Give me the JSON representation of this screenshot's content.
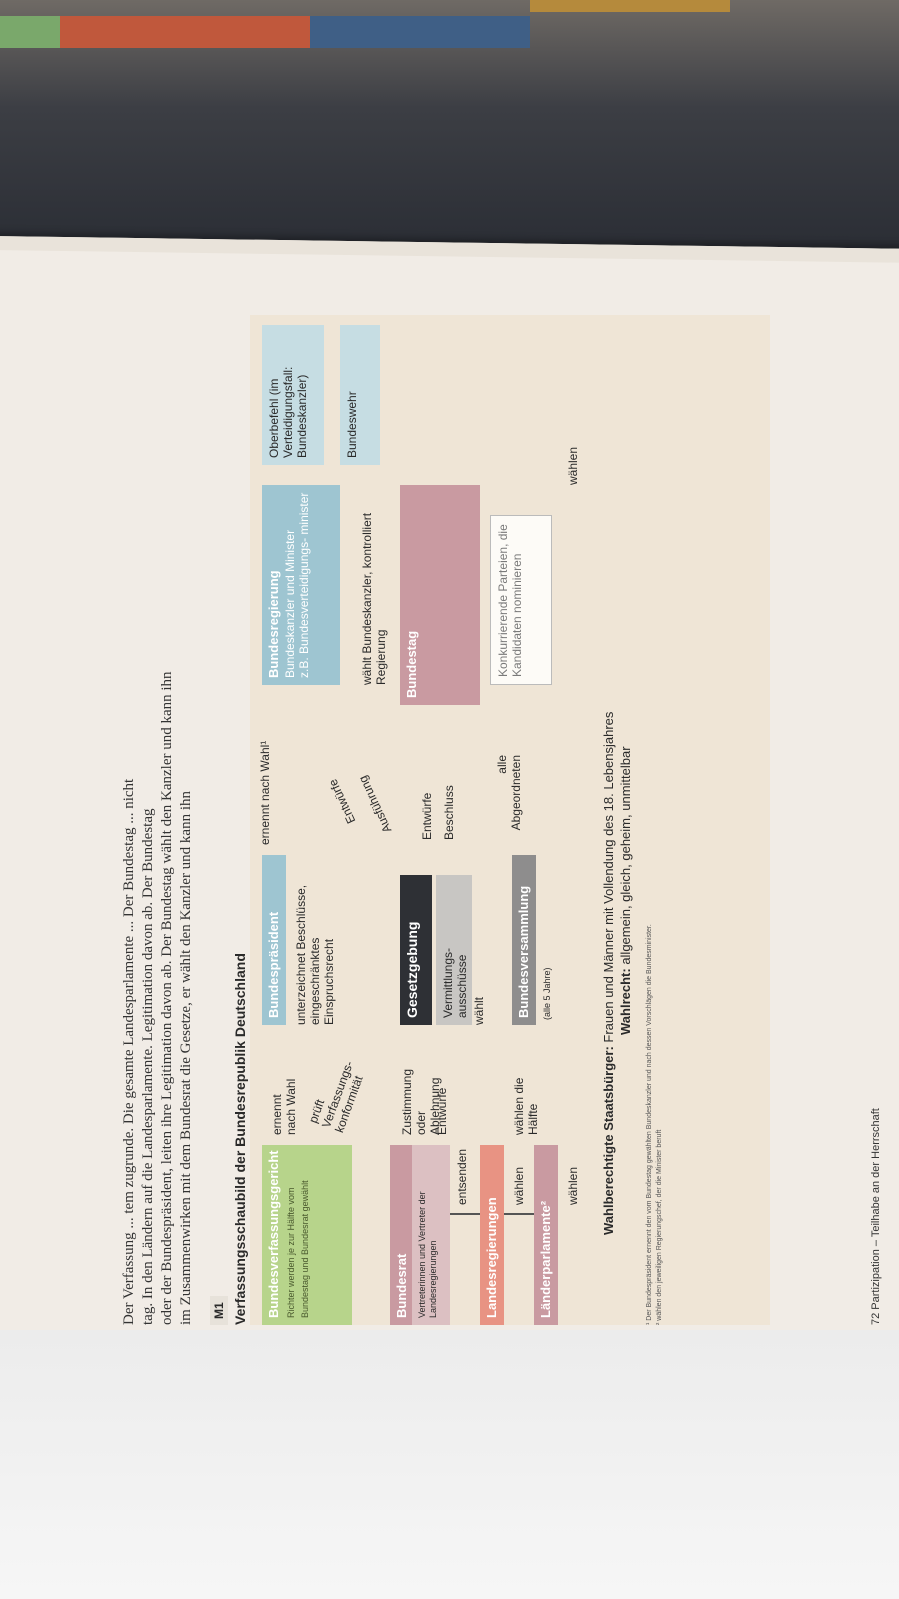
{
  "intro": {
    "l1": "Der Verfassung ... tem zugrunde. Die gesamte Landesparlamente ... Der Bundestag ... nicht",
    "l2": "tag. In den Ländern auf die Landesparlamente. Legitimation davon ab. Der Bundestag",
    "l3": "oder der Bundespräsident, leiten ihre Legitimation davon ab. Der Bundestag wählt den Kanzler und kann ihn",
    "l4": "im Zusammenwirken mit dem Bundesrat die Gesetze, er wählt den Kanzler und kann ihn"
  },
  "tag": "M1",
  "title": "Verfassungsschaubild der Bundesrepublik Deutschland",
  "boxes": {
    "bverfg": {
      "title": "Bundesverfassungsgericht",
      "sub": "Richter werden je zur Hälfte vom Bundestag und Bundesrat gewählt"
    },
    "bundesrat": {
      "title": "Bundesrat",
      "sub": "Vertreterinnen und Vertreter der Landesregierungen"
    },
    "landesreg": {
      "title": "Landesregierungen"
    },
    "landesparl": {
      "title": "Länderparlamente²"
    },
    "bpraes": {
      "title": "Bundespräsident",
      "sub": "unterzeichnet Beschlüsse, eingeschränktes Einspruchsrecht"
    },
    "gesetz": {
      "title": "Gesetzgebung"
    },
    "vermittlung": {
      "title": "Vermittlungs- ausschüsse"
    },
    "bversamm": {
      "title": "Bundesversammlung",
      "sub": "(alle 5 Jahre)"
    },
    "breg": {
      "title": "Bundesregierung",
      "l1": "Bundeskanzler und Minister",
      "l2": "z.B. Bundesverteidigungs- minister"
    },
    "btag": {
      "title": "Bundestag"
    },
    "oberbefehl": {
      "title": "Oberbefehl (im Verteidigungsfall: Bundeskanzler)"
    },
    "bwehr": {
      "title": "Bundeswehr"
    },
    "parteien": {
      "title": "Konkurrierende Parteien, die Kandidaten nominieren"
    }
  },
  "labels": {
    "ernennt_wahl": "ernennt nach Wahl",
    "ernennt_wahl1": "ernennt nach Wahl¹",
    "prueft": "prüft Verfassungs- konformität",
    "zustimmung": "Zustimmung oder Ablehnung",
    "entwuerfe": "Entwürfe",
    "entsenden": "entsenden",
    "waehlen": "wählen",
    "waehlen_haelfte": "wählen die Hälfte",
    "waehlt": "wählt",
    "entwuerfe2": "Entwürfe",
    "ausfuehrung": "Ausführung",
    "entwuerfe3": "Entwürfe",
    "beschluss": "Beschluss",
    "alle_abg": "alle Abgeordneten",
    "waehlt_kanzler": "wählt Bundeskanzler, kontrolliert Regierung",
    "waehlen_r": "wählen",
    "waehlen_l": "wählen"
  },
  "footer": {
    "wb": "Wahlberechtigte Staatsbürger:",
    "wb_text": " Frauen und Männer mit Vollendung des 18. Lebensjahres",
    "wr": "Wahlrecht:",
    "wr_text": " allgemein, gleich, geheim, unmittelbar",
    "fn1": "¹ Der Bundespräsident ernennt den vom Bundestag gewählten Bundeskanzler und nach dessen Vorschlägen die Bundesminister.",
    "fn2": "² wählen den jeweiligen Regierungschef, der die Minister beruft"
  },
  "pagefoot": "72     Partizipation – Teilhabe an der Herrschaft",
  "colors": {
    "green": "#b7d48b",
    "blue": "#9ec5d1",
    "pink": "#c99aa1",
    "salmon": "#e89383",
    "dark": "#2e3035"
  }
}
